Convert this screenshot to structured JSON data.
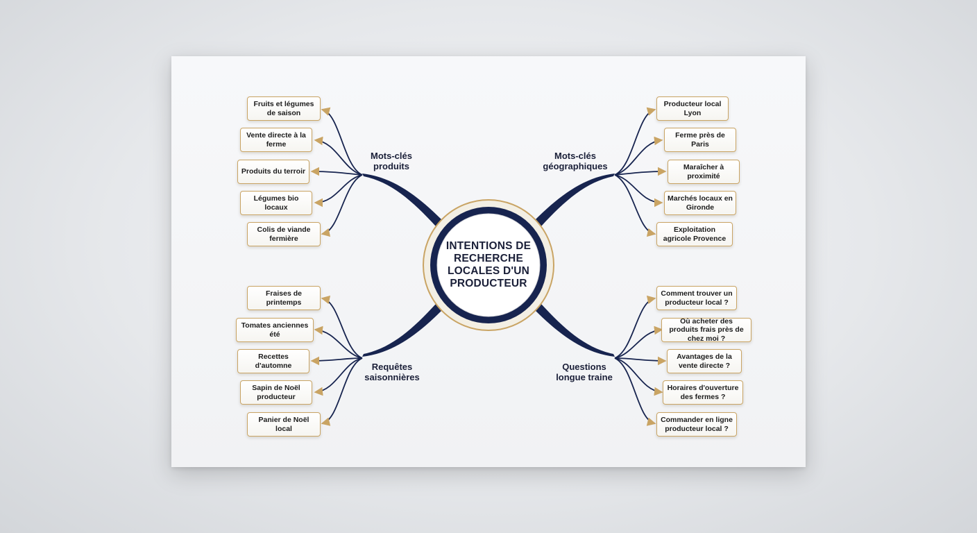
{
  "center": {
    "title": "INTENTIONS DE RECHERCHE LOCALES D'UN PRODUCTEUR"
  },
  "branches": [
    {
      "label": "Mots-clés produits",
      "leaves": [
        "Fruits et légumes de saison",
        "Vente directe à la ferme",
        "Produits du terroir",
        "Légumes bio locaux",
        "Colis de viande fermière"
      ]
    },
    {
      "label": "Mots-clés géographiques",
      "leaves": [
        "Producteur local Lyon",
        "Ferme près de Paris",
        "Maraîcher à proximité",
        "Marchés locaux en Gironde",
        "Exploitation agricole Provence"
      ]
    },
    {
      "label": "Requêtes saisonnières",
      "leaves": [
        "Fraises de printemps",
        "Tomates anciennes été",
        "Recettes d'automne",
        "Sapin de Noël producteur",
        "Panier de Noël local"
      ]
    },
    {
      "label": "Questions longue traine",
      "leaves": [
        "Comment trouver un producteur local ?",
        "Où acheter des produits frais près de chez moi ?",
        "Avantages de la vente directe ?",
        "Horaires d'ouverture des fermes ?",
        "Commander en ligne producteur local ?"
      ]
    }
  ],
  "colors": {
    "branch": "#17244f",
    "leaf_border": "#c9a464",
    "center_ring": "#c9a464",
    "text": "#1a1f38"
  }
}
